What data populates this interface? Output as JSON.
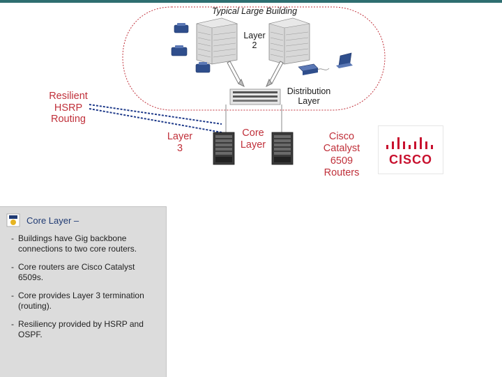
{
  "building": {
    "title": "Typical Large Building",
    "layer2_label": "Layer\n2",
    "distribution_label": "Distribution\nLayer"
  },
  "left_label": "Resilient\nHSRP\nRouting",
  "layer3_label": "Layer\n3",
  "core_label": "Core\nLayer",
  "routers_label": "Cisco\nCatalyst\n6509\nRouters",
  "logo": {
    "text": "CISCO",
    "color": "#c8102e"
  },
  "notes": {
    "title": "Core Layer –",
    "items": [
      "Buildings have Gig backbone connections to two core routers.",
      "Core routers are Cisco Catalyst 6509s.",
      "Core provides Layer 3 termination (routing).",
      "Resiliency provided by HSRP and OSPF."
    ]
  },
  "colors": {
    "accent": "#2e6e70",
    "boundary": "#c0303a",
    "link": "#1e3a8a",
    "panel": "#dcdcdc",
    "note_title": "#1f3a73"
  },
  "icons": [
    "phone-icon",
    "laptop-icon",
    "printer-icon",
    "cisco-logo-icon",
    "university-seal-icon"
  ]
}
